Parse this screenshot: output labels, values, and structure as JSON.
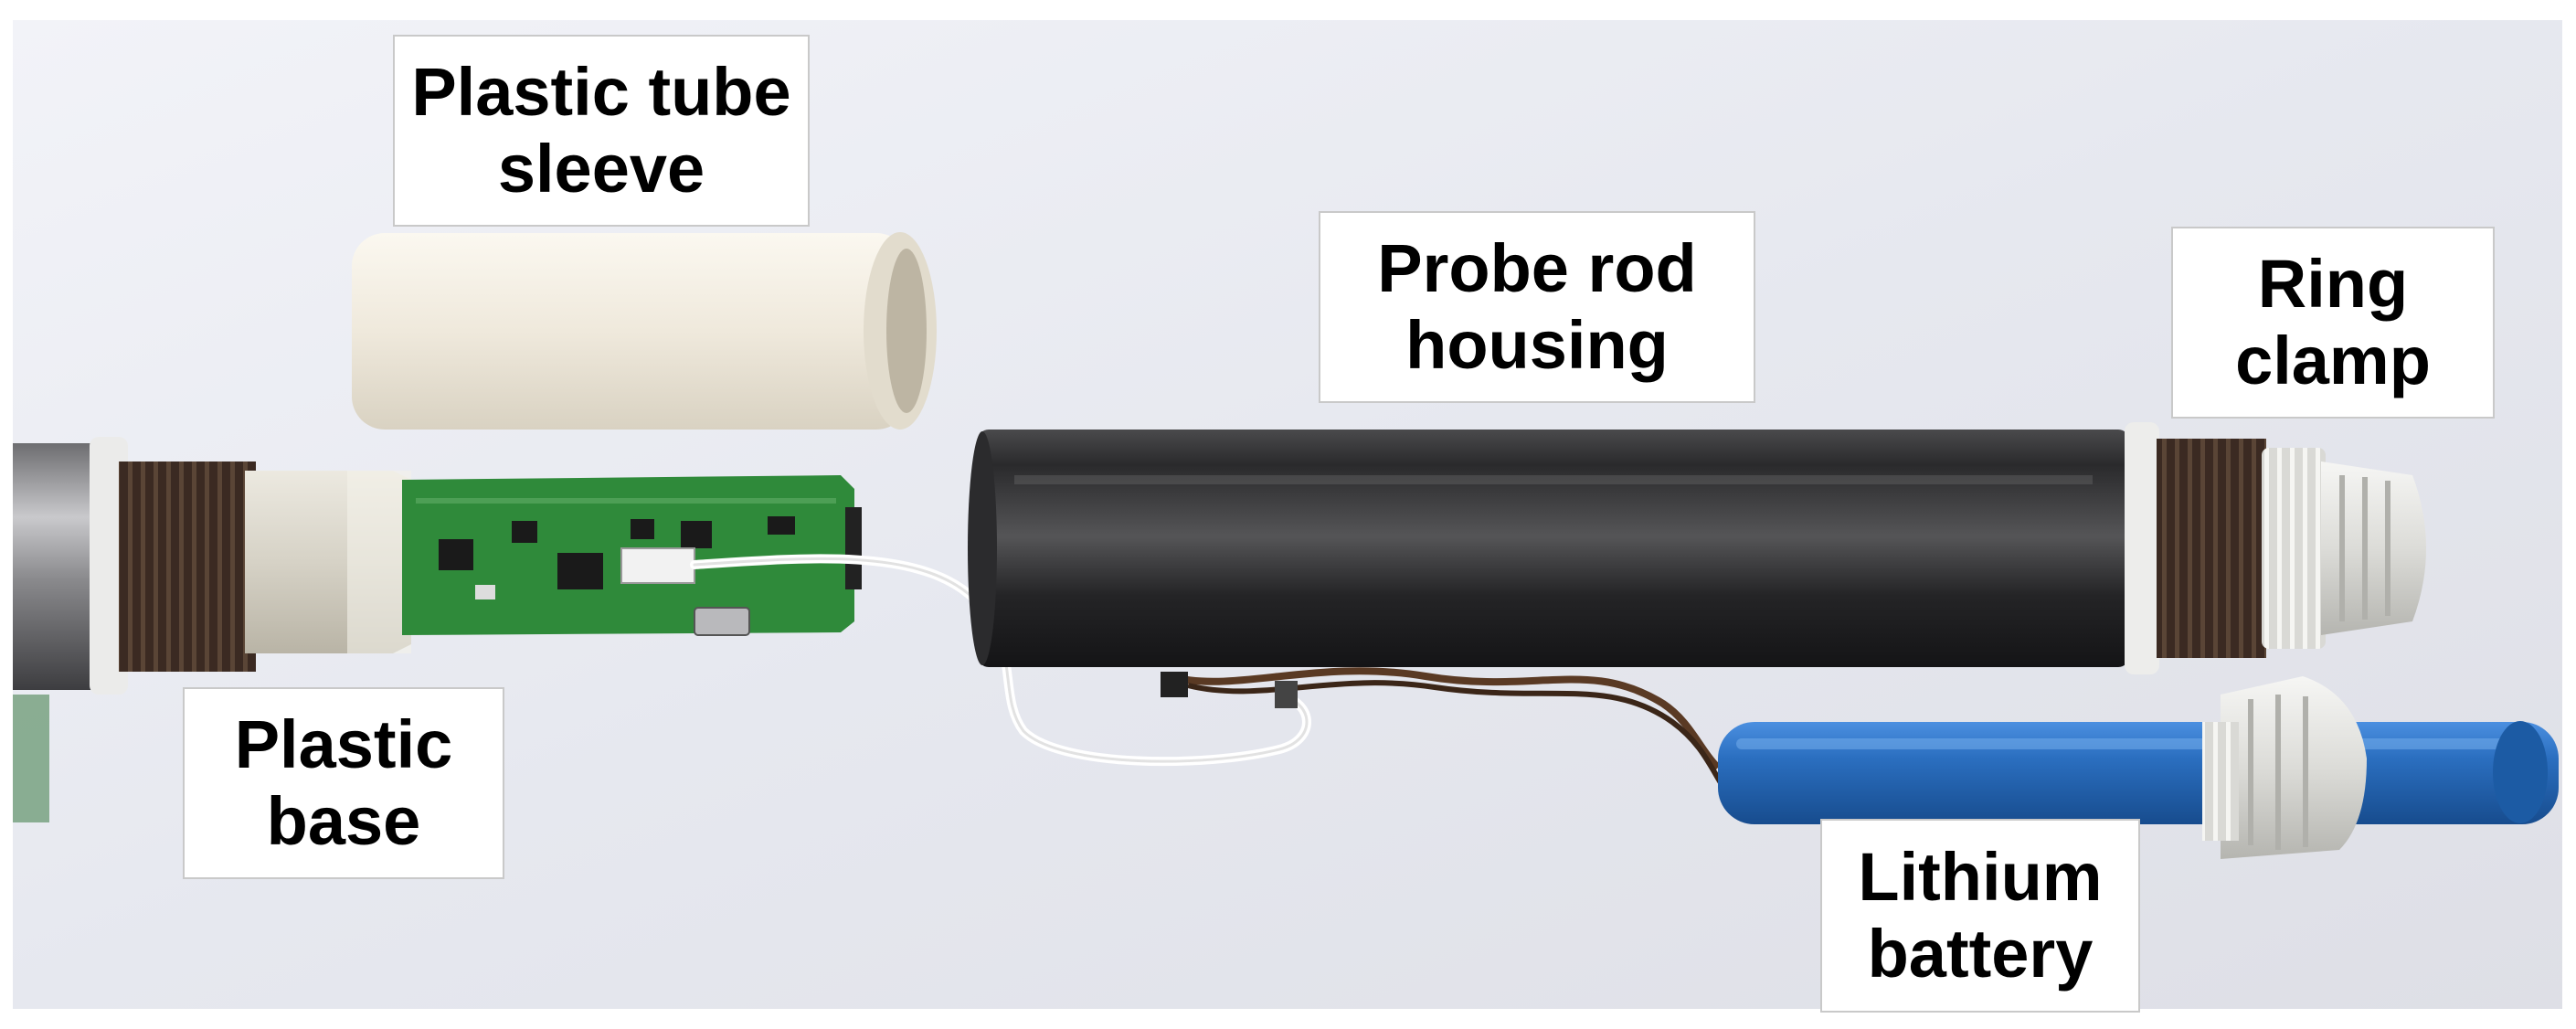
{
  "labels": {
    "plastic_tube_sleeve": {
      "line1": "Plastic tube",
      "line2": "sleeve"
    },
    "probe_rod_housing": {
      "line1": "Probe rod",
      "line2": "housing"
    },
    "ring_clamp": {
      "line1": "Ring",
      "line2": "clamp"
    },
    "plastic_base": {
      "line1": "Plastic",
      "line2": "base"
    },
    "lithium_battery": {
      "line1": "Lithium",
      "line2": "battery"
    }
  },
  "colors": {
    "background": "#e9eaf0",
    "pcb_green": "#2f8a3a",
    "battery_blue": "#2b6fc0",
    "housing_black": "#2a2a2c",
    "tube_white": "#eeeae0",
    "wire_white": "#ffffff",
    "thread_brown": "#3b2a22"
  }
}
